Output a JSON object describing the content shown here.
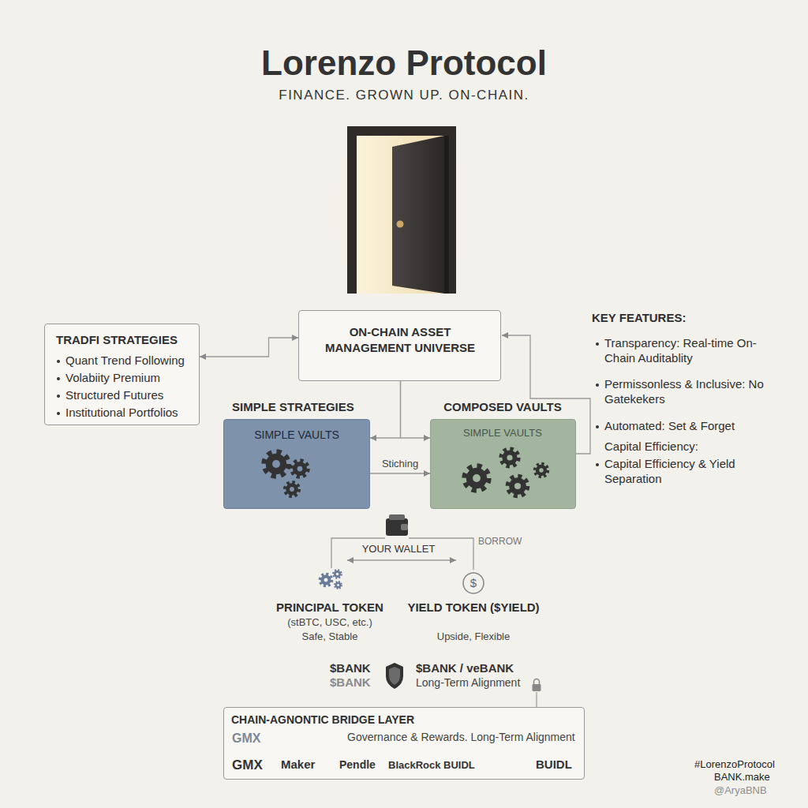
{
  "diagram": {
    "title": "Lorenzo Protocol",
    "nodes": [
      {
        "text": [
          "TRADFI STRATEGIES",
          "Quant Trend Following",
          "Volabiity Premium",
          "Structured Futures",
          "Institutional Portfolios"
        ]
      },
      {
        "text": [
          "ON-CHAIN ASSET MANAGEMENT UNIVERSE"
        ]
      },
      {
        "text": [
          "SIMPLE STRATEGIES",
          "SIMPLE VAULTS"
        ]
      },
      {
        "text": [
          "COMPOSED VAULTS",
          "SIMPLE VAULTS"
        ]
      },
      {
        "text": [
          "CHAIN-AGNONTIC BRIDGE LAYER",
          "GMX",
          "Governance & Rewards. Long-Term Alignment",
          "GMX",
          "Maker",
          "Pendle",
          "BlackRock BUIDL",
          "BUIDL"
        ]
      }
    ],
    "edges": [
      {
        "from": 0,
        "to": 1,
        "arrow": "both"
      },
      {
        "from": 1,
        "to": 2,
        "arrow": "to"
      },
      {
        "from": 1,
        "to": 3,
        "arrow": "to"
      },
      {
        "from": 2,
        "to": 3,
        "label": "Stiching",
        "arrow": "to"
      }
    ],
    "labels": [
      "FINANCE. GROWN UP. ON-CHAIN.",
      "KEY FEATURES:",
      "Transparency: Real-time On-Chain Auditablity",
      "Permissonless & Inclusive: No Gatekekers",
      "Automated: Set & Forget",
      "Capital Efficiency:",
      "Capital Efficiency & Yield Separation",
      "YOUR WALLET",
      "BORROW",
      "$",
      "PRINCIPAL TOKEN",
      "(stBTC, USC, etc.)",
      "Safe, Stable",
      "YIELD TOKEN ($YIELD)",
      "Upside, Flexible",
      "$BANK",
      "$BANK",
      "$BANK / veBANK",
      "Long-Term Alignment",
      "#LorenzoProtocol",
      "BANK.make",
      "@AryaBNB"
    ]
  }
}
